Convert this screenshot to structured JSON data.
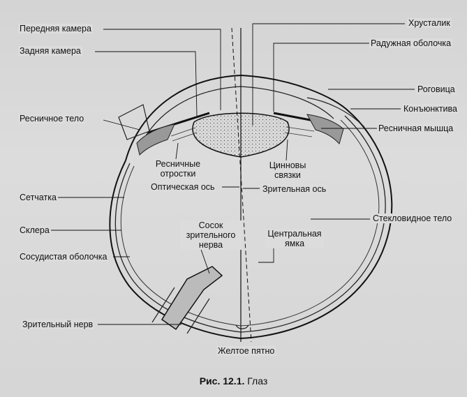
{
  "labels": {
    "anterior_chamber": "Передняя камера",
    "posterior_chamber": "Задняя камера",
    "ciliary_body": "Ресничное тело",
    "lens": "Хрусталик",
    "iris": "Радужная оболочка",
    "cornea": "Роговица",
    "conjunctiva": "Конъюнктива",
    "ciliary_muscle": "Ресничная мышца",
    "ciliary_processes": "Ресничные отростки",
    "zonule": "Цинновы связки",
    "optical_axis": "Оптическая ось",
    "visual_axis": "Зрительная ось",
    "retina": "Сетчатка",
    "vitreous": "Стекловидное тело",
    "sclera": "Склера",
    "optic_papilla": "Сосок зрительного нерва",
    "fovea": "Центральная ямка",
    "choroid": "Сосудистая оболочка",
    "optic_nerve": "Зрительный нерв",
    "macula": "Желтое пятно"
  },
  "caption": {
    "number": "Рис. 12.1.",
    "title": "Глаз"
  }
}
